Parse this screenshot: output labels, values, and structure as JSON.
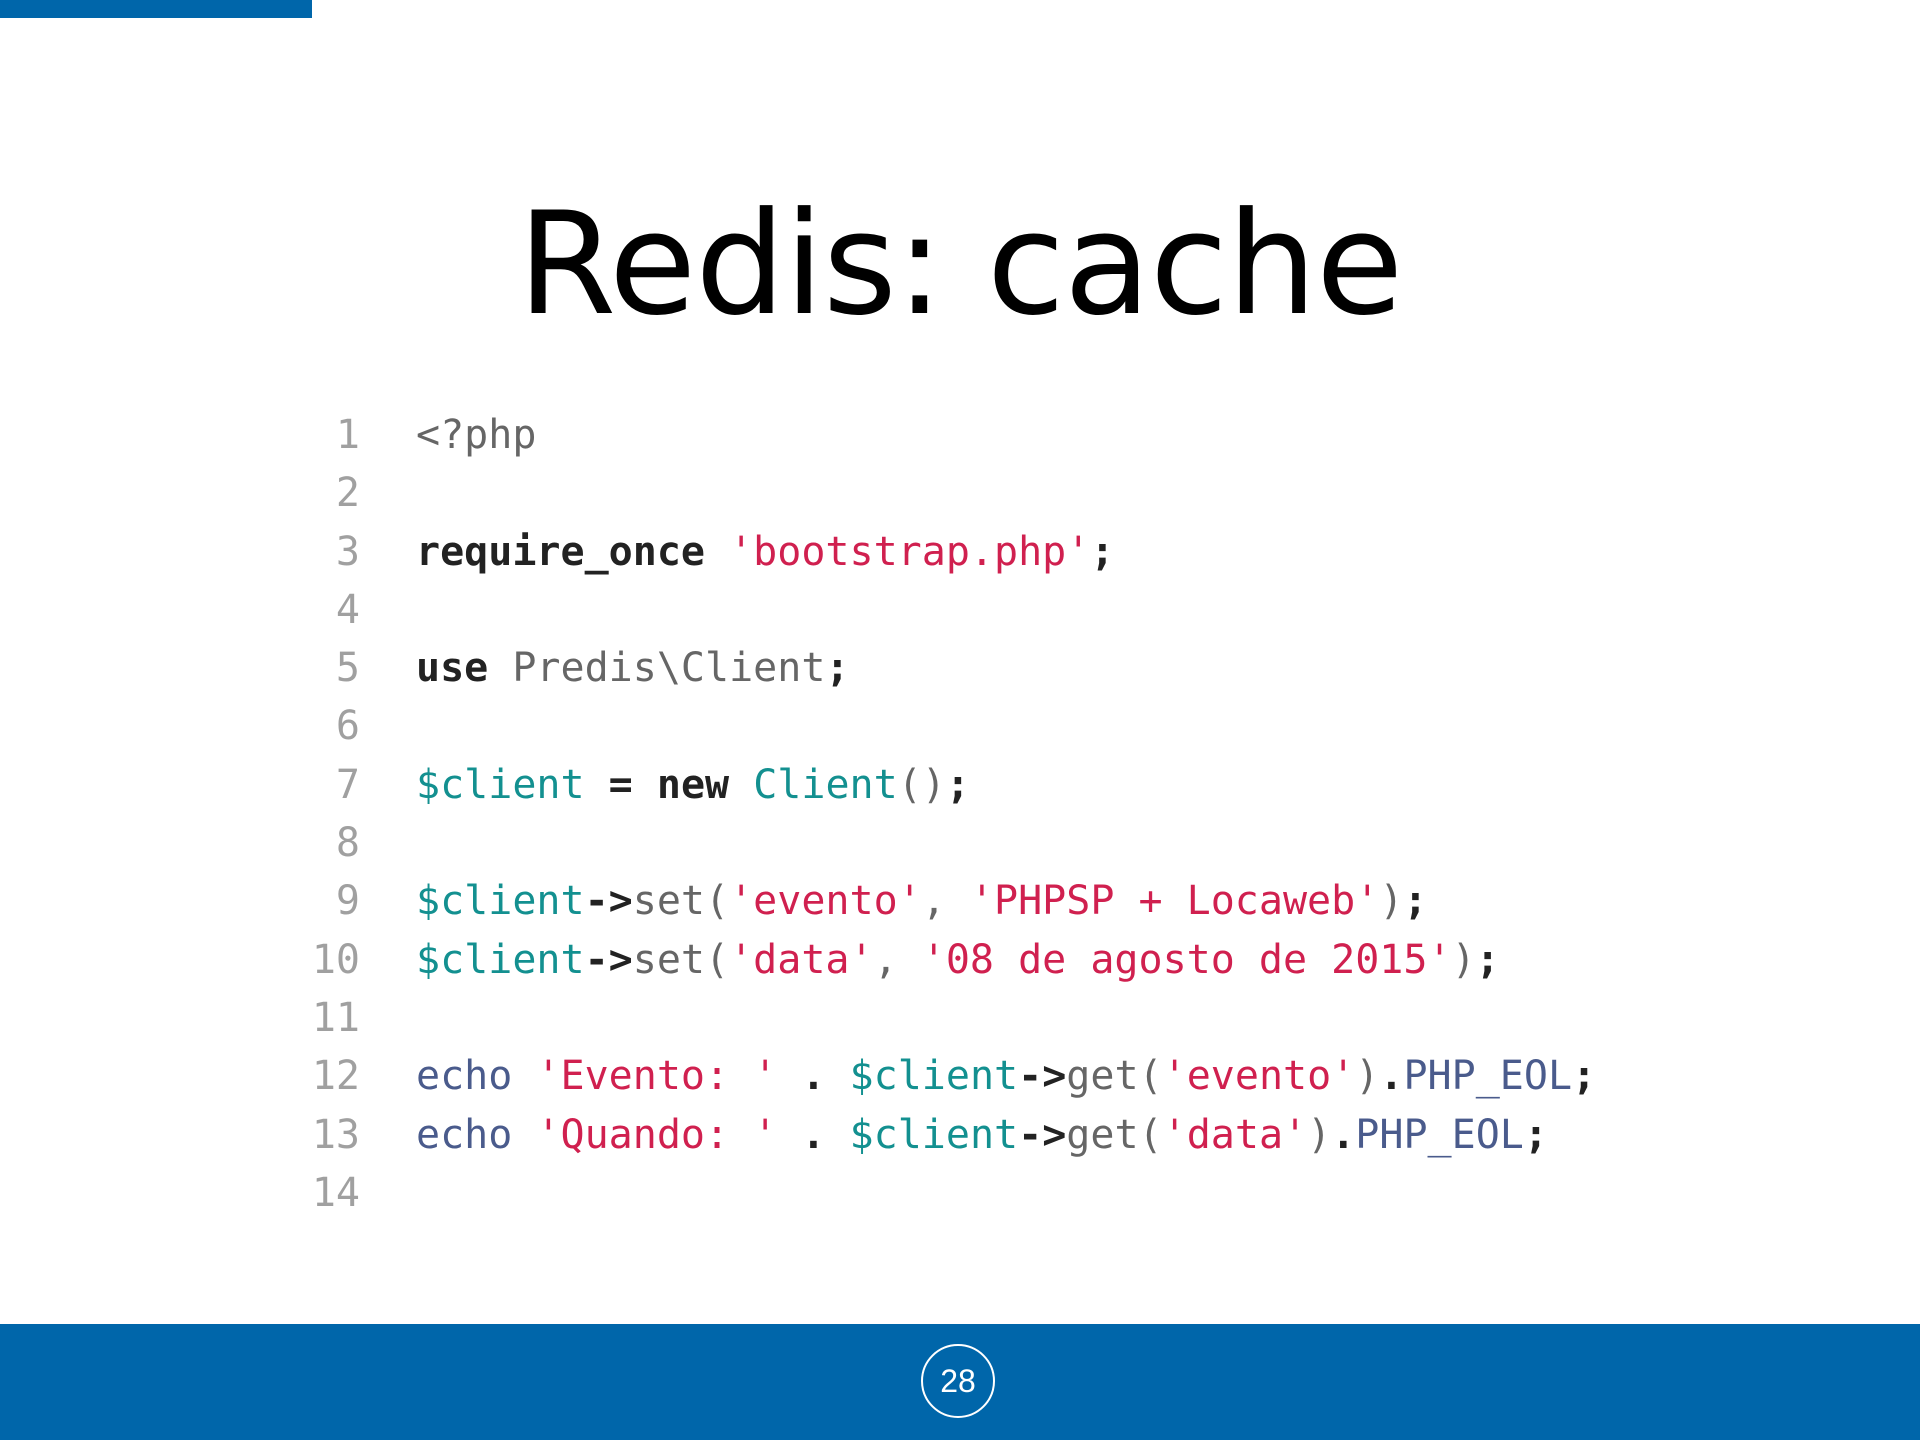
{
  "slide": {
    "title": "Redis: cache",
    "page_number": "28"
  },
  "colors": {
    "accent": "#0066aa",
    "string": "#d0204f",
    "variable": "#139090",
    "builtin": "#4a5b8c",
    "keyword": "#222222",
    "plain": "#666666",
    "line_number": "#a0a0a0"
  },
  "code": {
    "lines": [
      {
        "number": "1",
        "tokens": [
          {
            "type": "plain",
            "text": "<?php"
          }
        ]
      },
      {
        "number": "2",
        "tokens": []
      },
      {
        "number": "3",
        "tokens": [
          {
            "type": "keyword",
            "text": "require_once"
          },
          {
            "type": "plain",
            "text": " "
          },
          {
            "type": "string",
            "text": "'bootstrap.php'"
          },
          {
            "type": "keyword",
            "text": ";"
          }
        ]
      },
      {
        "number": "4",
        "tokens": []
      },
      {
        "number": "5",
        "tokens": [
          {
            "type": "keyword",
            "text": "use"
          },
          {
            "type": "plain",
            "text": " Predis\\Client"
          },
          {
            "type": "keyword",
            "text": ";"
          }
        ]
      },
      {
        "number": "6",
        "tokens": []
      },
      {
        "number": "7",
        "tokens": [
          {
            "type": "variable",
            "text": "$client"
          },
          {
            "type": "plain",
            "text": " "
          },
          {
            "type": "operator",
            "text": "="
          },
          {
            "type": "plain",
            "text": " "
          },
          {
            "type": "keyword",
            "text": "new"
          },
          {
            "type": "plain",
            "text": " "
          },
          {
            "type": "class",
            "text": "Client"
          },
          {
            "type": "plain",
            "text": "()"
          },
          {
            "type": "keyword",
            "text": ";"
          }
        ]
      },
      {
        "number": "8",
        "tokens": []
      },
      {
        "number": "9",
        "tokens": [
          {
            "type": "variable",
            "text": "$client"
          },
          {
            "type": "operator",
            "text": "->"
          },
          {
            "type": "plain",
            "text": "set("
          },
          {
            "type": "string",
            "text": "'evento'"
          },
          {
            "type": "plain",
            "text": ", "
          },
          {
            "type": "string",
            "text": "'PHPSP + Locaweb'"
          },
          {
            "type": "plain",
            "text": ")"
          },
          {
            "type": "keyword",
            "text": ";"
          }
        ]
      },
      {
        "number": "10",
        "tokens": [
          {
            "type": "variable",
            "text": "$client"
          },
          {
            "type": "operator",
            "text": "->"
          },
          {
            "type": "plain",
            "text": "set("
          },
          {
            "type": "string",
            "text": "'data'"
          },
          {
            "type": "plain",
            "text": ", "
          },
          {
            "type": "string",
            "text": "'08 de agosto de 2015'"
          },
          {
            "type": "plain",
            "text": ")"
          },
          {
            "type": "keyword",
            "text": ";"
          }
        ]
      },
      {
        "number": "11",
        "tokens": []
      },
      {
        "number": "12",
        "tokens": [
          {
            "type": "builtin",
            "text": "echo"
          },
          {
            "type": "plain",
            "text": " "
          },
          {
            "type": "string",
            "text": "'Evento: '"
          },
          {
            "type": "plain",
            "text": " "
          },
          {
            "type": "keyword",
            "text": "."
          },
          {
            "type": "plain",
            "text": " "
          },
          {
            "type": "variable",
            "text": "$client"
          },
          {
            "type": "operator",
            "text": "->"
          },
          {
            "type": "plain",
            "text": "get("
          },
          {
            "type": "string",
            "text": "'evento'"
          },
          {
            "type": "plain",
            "text": ")"
          },
          {
            "type": "keyword",
            "text": "."
          },
          {
            "type": "builtin",
            "text": "PHP_EOL"
          },
          {
            "type": "keyword",
            "text": ";"
          }
        ]
      },
      {
        "number": "13",
        "tokens": [
          {
            "type": "builtin",
            "text": "echo"
          },
          {
            "type": "plain",
            "text": " "
          },
          {
            "type": "string",
            "text": "'Quando: '"
          },
          {
            "type": "plain",
            "text": " "
          },
          {
            "type": "keyword",
            "text": "."
          },
          {
            "type": "plain",
            "text": " "
          },
          {
            "type": "variable",
            "text": "$client"
          },
          {
            "type": "operator",
            "text": "->"
          },
          {
            "type": "plain",
            "text": "get("
          },
          {
            "type": "string",
            "text": "'data'"
          },
          {
            "type": "plain",
            "text": ")"
          },
          {
            "type": "keyword",
            "text": "."
          },
          {
            "type": "builtin",
            "text": "PHP_EOL"
          },
          {
            "type": "keyword",
            "text": ";"
          }
        ]
      },
      {
        "number": "14",
        "tokens": []
      }
    ]
  }
}
